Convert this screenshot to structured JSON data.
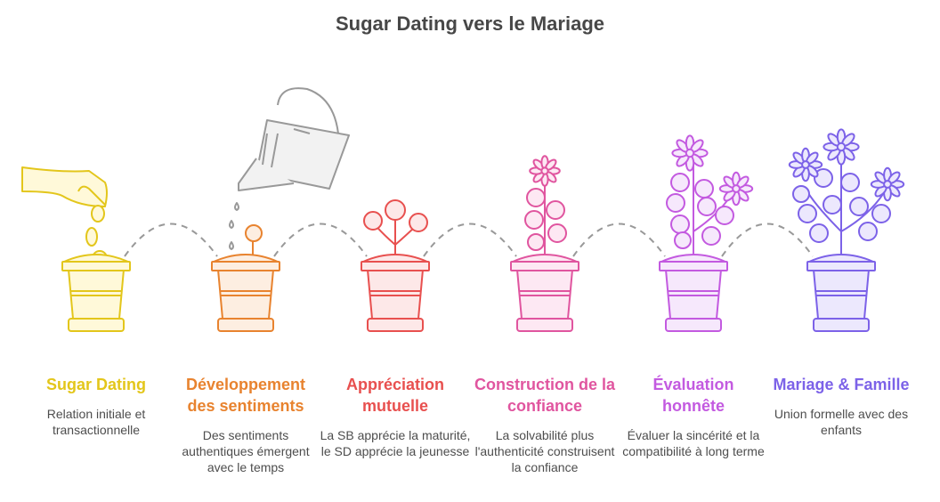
{
  "title": "Sugar Dating vers le Mariage",
  "steps": [
    {
      "title": "Sugar Dating",
      "desc": "Relation initiale et transactionnelle",
      "color": "#e3c61b",
      "fill": "#fff9d9",
      "icon": "hand-dropping-seeds-pot-icon"
    },
    {
      "title": "Développement des sentiments",
      "desc": "Des sentiments authentiques émergent avec le temps",
      "color": "#e8832f",
      "fill": "#fdeee1",
      "icon": "sprout-pot-icon"
    },
    {
      "title": "Appréciation mutuelle",
      "desc": "La SB apprécie la maturité, le SD apprécie la jeunesse",
      "color": "#e8504f",
      "fill": "#fde8e8",
      "icon": "young-plant-pot-icon"
    },
    {
      "title": "Construction de la confiance",
      "desc": "La solvabilité plus l'authenticité construisent la confiance",
      "color": "#e0559f",
      "fill": "#fde8f3",
      "icon": "flowering-plant-pot-icon"
    },
    {
      "title": "Évaluation honnête",
      "desc": "Évaluer la sincérité et la compatibilité à long terme",
      "color": "#c35ae0",
      "fill": "#f6e8fc",
      "icon": "blooming-plant-pot-icon"
    },
    {
      "title": "Mariage & Famille",
      "desc": "Union formelle avec des enfants",
      "color": "#7c62e8",
      "fill": "#ece8fd",
      "icon": "full-bloom-plant-pot-icon"
    }
  ]
}
